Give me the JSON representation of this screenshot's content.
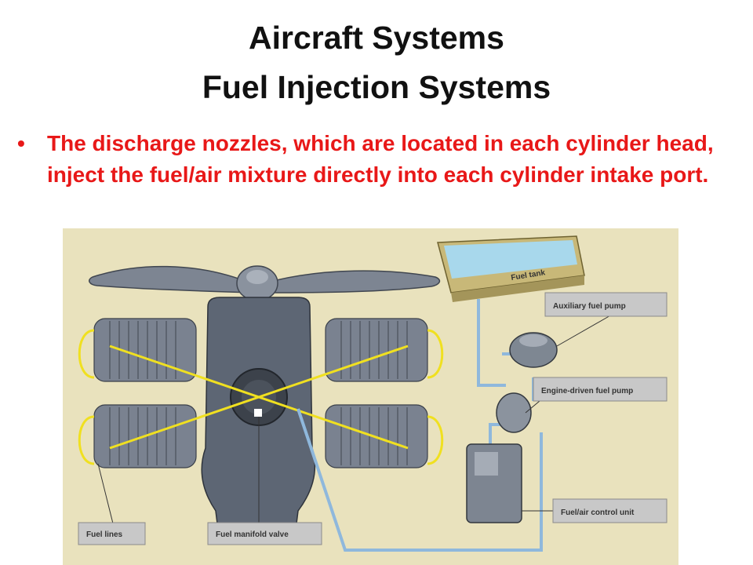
{
  "slide": {
    "title_line1": "Aircraft Systems",
    "title_line2": "Fuel Injection Systems",
    "bullet_symbol": "•",
    "bullet_text": "The discharge nozzles, which are located in each cylinder head, inject the fuel/air mixture directly into each cylinder intake port."
  },
  "diagram": {
    "labels": {
      "fuel_tank": "Fuel tank",
      "auxiliary_pump": "Auxiliary fuel pump",
      "engine_pump": "Engine-driven fuel pump",
      "control_unit": "Fuel/air control unit",
      "fuel_lines": "Fuel lines",
      "manifold_valve": "Fuel manifold valve"
    },
    "colors": {
      "background": "#e9e2bd",
      "engine": "#5d6674",
      "fuel_line": "#f0e020",
      "supply_line": "#8fb8dc",
      "tank_water": "#a8d8ec",
      "tank_body": "#c8b878"
    }
  }
}
